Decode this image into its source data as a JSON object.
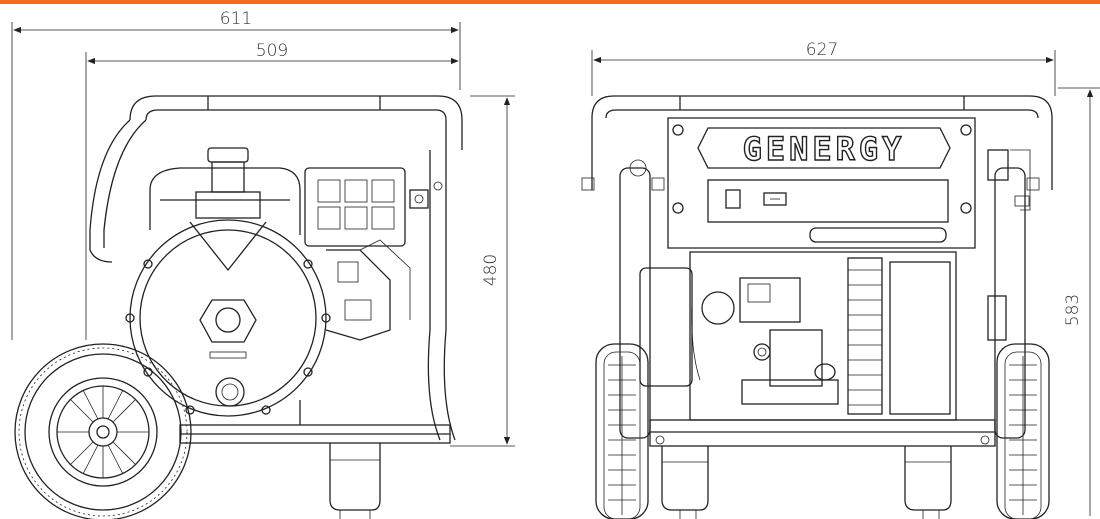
{
  "colors": {
    "accent": "#f26b1d",
    "line": "#222222"
  },
  "dimensions": {
    "side_overall_width": "611",
    "side_frame_width": "509",
    "side_height": "480",
    "front_width": "627",
    "front_height": "583"
  },
  "brand": {
    "logo_text": "GENERGY"
  }
}
